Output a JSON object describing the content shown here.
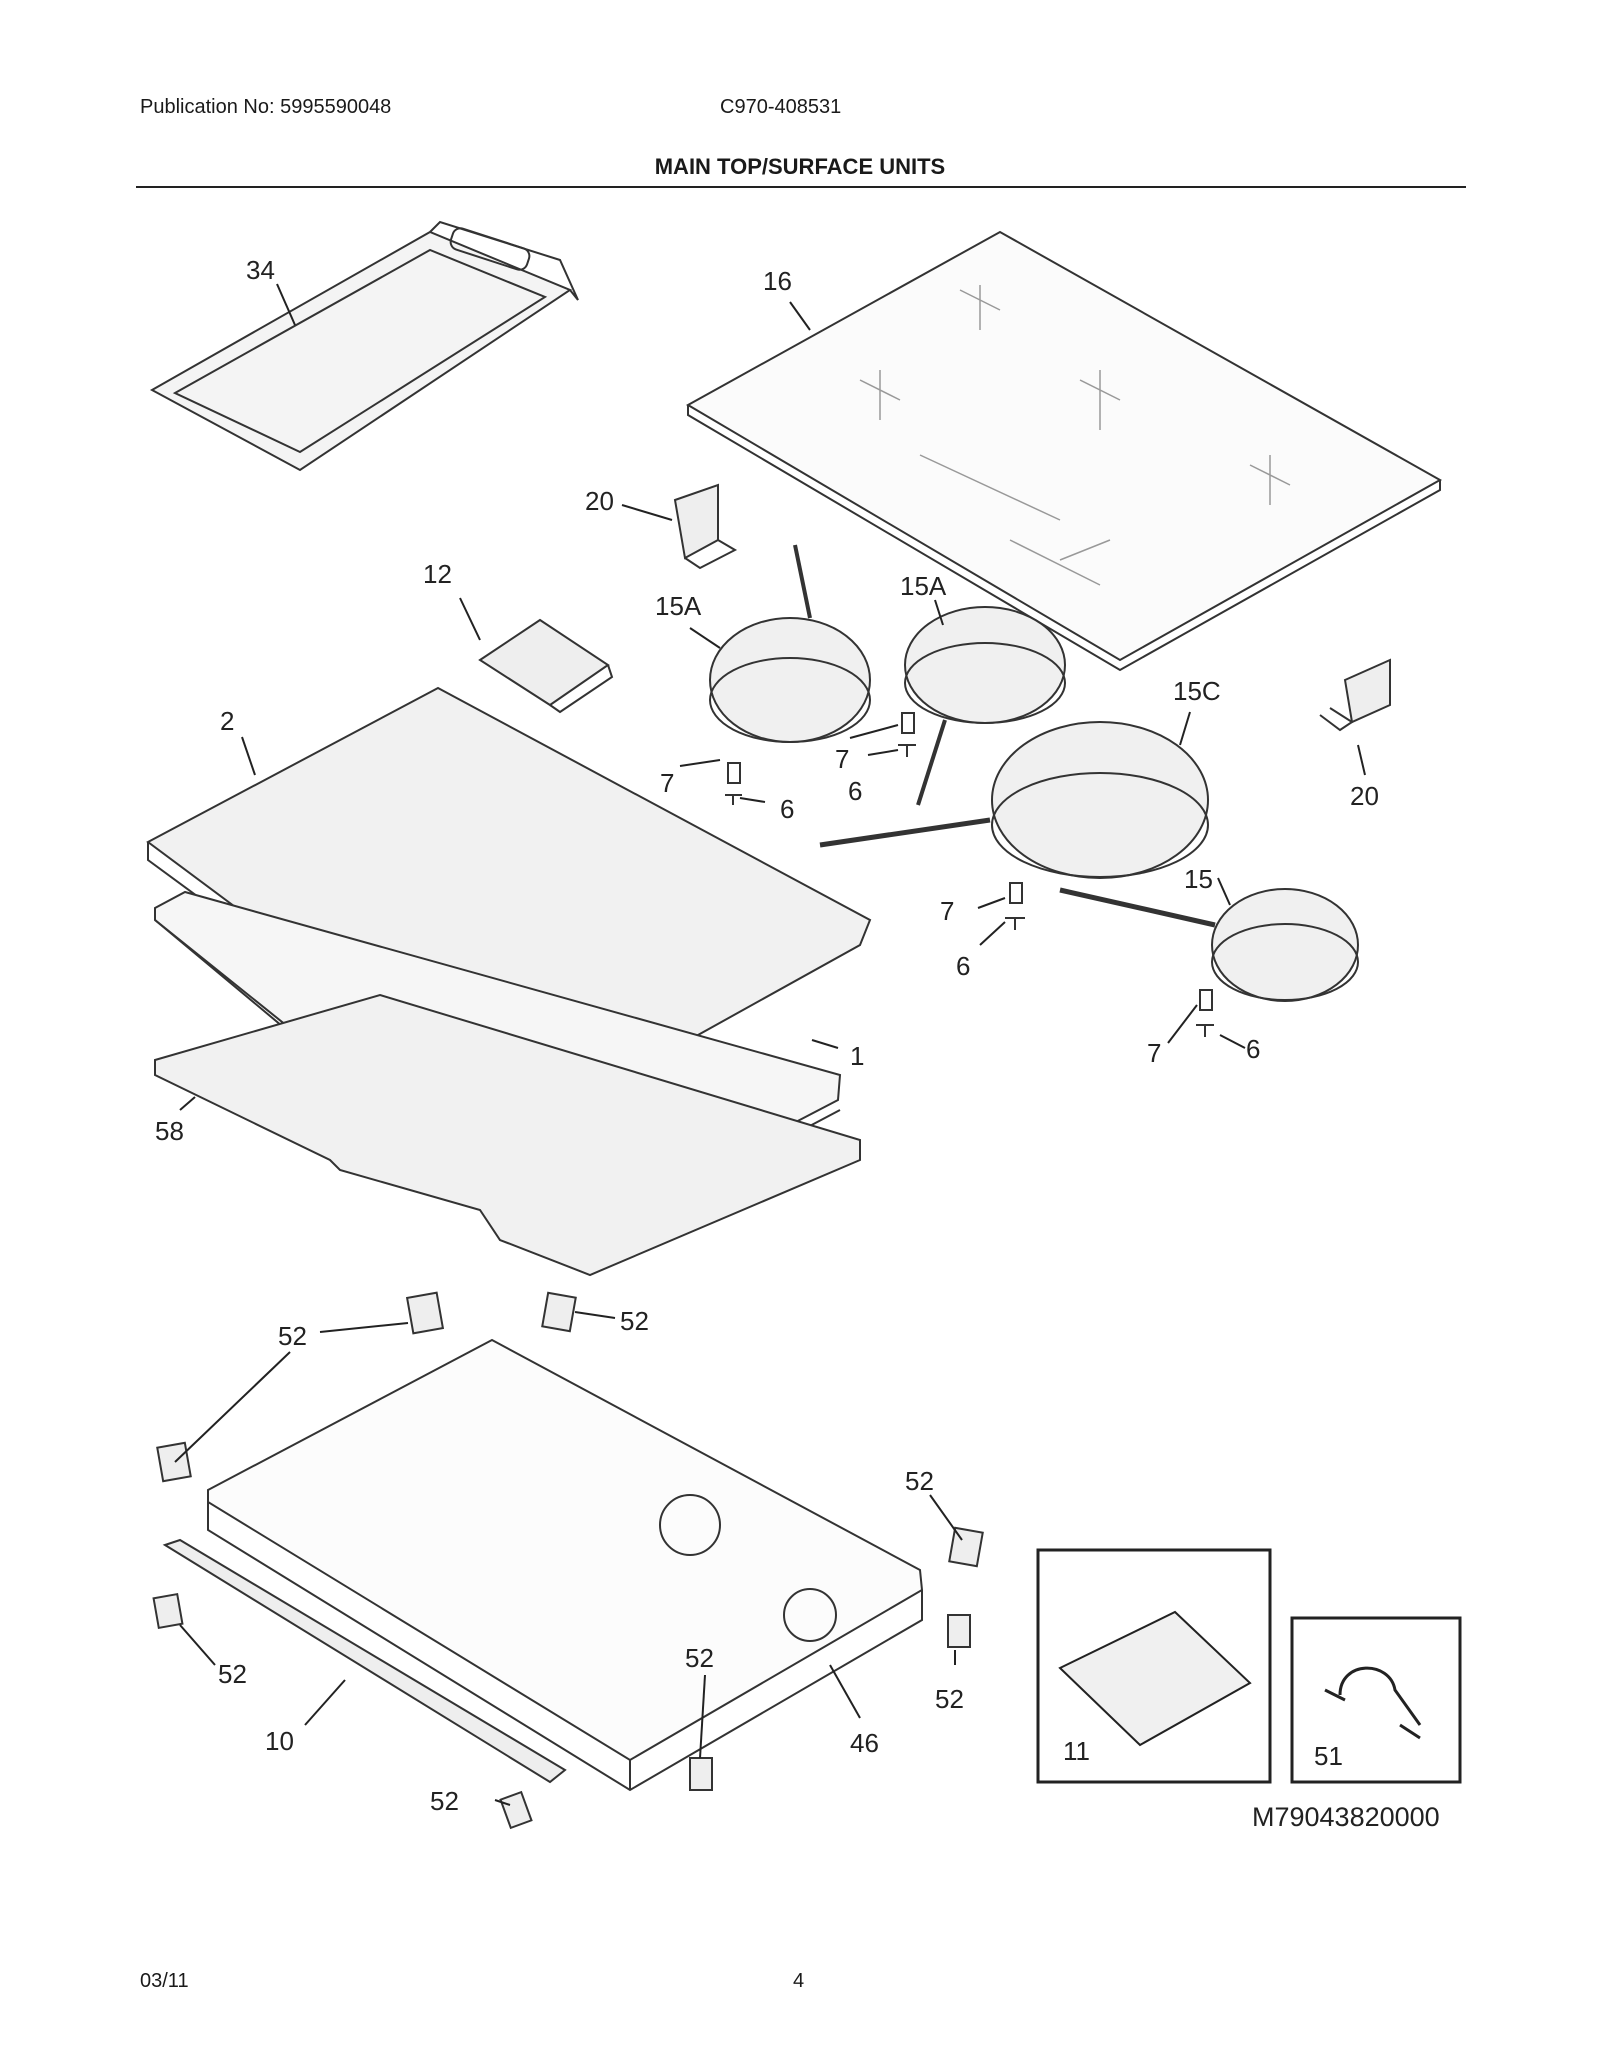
{
  "header": {
    "publication": "Publication No: 5995590048",
    "model": "C970-408531",
    "title": "MAIN TOP/SURFACE UNITS"
  },
  "callouts": {
    "griddle": "34",
    "glass_top": "16",
    "bracket_top_left": "20",
    "bracket_right": "20",
    "bracket_small": "12",
    "element_left": "15A",
    "element_middle": "15A",
    "element_large": "15C",
    "element_small": "15",
    "insulation_top": "2",
    "frame": "1",
    "insulation_bottom": "58",
    "spring_1": "7",
    "spring_2": "7",
    "spring_3": "7",
    "spring_4": "7",
    "screw_1": "6",
    "screw_2": "6",
    "screw_3": "6",
    "screw_4": "6",
    "clip_top_left": "52",
    "clip_top_right": "52",
    "clip_right": "52",
    "clip_right_lower": "52",
    "clip_left_lower": "52",
    "clip_front_center": "52",
    "clip_front_bottom": "52",
    "trim": "10",
    "box": "46",
    "inset_bracket": "11",
    "inset_clamp": "51"
  },
  "diagram_code": "M79043820000",
  "footer": {
    "date": "03/11",
    "page": "4"
  }
}
